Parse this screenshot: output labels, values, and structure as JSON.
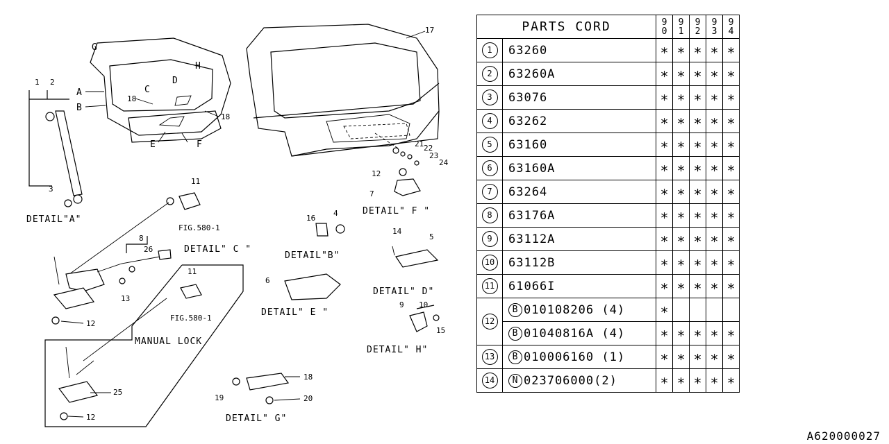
{
  "labels": {
    "detail_a": "DETAIL\"A\"",
    "detail_b": "DETAIL\"B\"",
    "detail_c": "DETAIL\" C \"",
    "detail_d": "DETAIL\" D\"",
    "detail_e": "DETAIL\" E \"",
    "detail_f": "DETAIL\" F \"",
    "detail_g": "DETAIL\" G\"",
    "detail_h": "DETAIL\" H\"",
    "fig_ref_1": "FIG.580-1",
    "fig_ref_2": "FIG.580-1",
    "manual_lock": "MANUAL LOCK",
    "letters": [
      "A",
      "B",
      "C",
      "D",
      "E",
      "F",
      "G",
      "H"
    ],
    "numbers": [
      "1",
      "2",
      "3",
      "4",
      "5",
      "6",
      "7",
      "8",
      "9",
      "10",
      "11",
      "11",
      "12",
      "12",
      "12",
      "13",
      "14",
      "15",
      "16",
      "17",
      "18",
      "18",
      "18",
      "19",
      "20",
      "21",
      "22",
      "23",
      "24",
      "25",
      "26"
    ]
  },
  "table": {
    "header": "PARTS CORD",
    "years": [
      "9 0",
      "9 1",
      "9 2",
      "9 3",
      "9 4"
    ],
    "mark": "∗",
    "rows": [
      {
        "no": "1",
        "code": "63260",
        "years": [
          "∗",
          "∗",
          "∗",
          "∗",
          "∗"
        ]
      },
      {
        "no": "2",
        "code": "63260A",
        "years": [
          "∗",
          "∗",
          "∗",
          "∗",
          "∗"
        ]
      },
      {
        "no": "3",
        "code": "63076",
        "years": [
          "∗",
          "∗",
          "∗",
          "∗",
          "∗"
        ]
      },
      {
        "no": "4",
        "code": "63262",
        "years": [
          "∗",
          "∗",
          "∗",
          "∗",
          "∗"
        ]
      },
      {
        "no": "5",
        "code": "63160",
        "years": [
          "∗",
          "∗",
          "∗",
          "∗",
          "∗"
        ]
      },
      {
        "no": "6",
        "code": "63160A",
        "years": [
          "∗",
          "∗",
          "∗",
          "∗",
          "∗"
        ]
      },
      {
        "no": "7",
        "code": "63264",
        "years": [
          "∗",
          "∗",
          "∗",
          "∗",
          "∗"
        ]
      },
      {
        "no": "8",
        "code": "63176A",
        "years": [
          "∗",
          "∗",
          "∗",
          "∗",
          "∗"
        ]
      },
      {
        "no": "9",
        "code": "63112A",
        "years": [
          "∗",
          "∗",
          "∗",
          "∗",
          "∗"
        ]
      },
      {
        "no": "10",
        "code": "63112B",
        "years": [
          "∗",
          "∗",
          "∗",
          "∗",
          "∗"
        ]
      },
      {
        "no": "11",
        "code": "61066I",
        "years": [
          "∗",
          "∗",
          "∗",
          "∗",
          "∗"
        ]
      },
      {
        "no": "12",
        "prefix": "B",
        "code": "010108206 (4)",
        "years": [
          "∗",
          "",
          "",
          "",
          ""
        ]
      },
      {
        "no": "",
        "prefix": "B",
        "code": "01040816A (4)",
        "years": [
          "∗",
          "∗",
          "∗",
          "∗",
          "∗"
        ]
      },
      {
        "no": "13",
        "prefix": "B",
        "code": "010006160 (1)",
        "years": [
          "∗",
          "∗",
          "∗",
          "∗",
          "∗"
        ]
      },
      {
        "no": "14",
        "prefix": "N",
        "code": "023706000(2)",
        "years": [
          "∗",
          "∗",
          "∗",
          "∗",
          "∗"
        ]
      }
    ]
  },
  "diagram_code": "A620000027"
}
